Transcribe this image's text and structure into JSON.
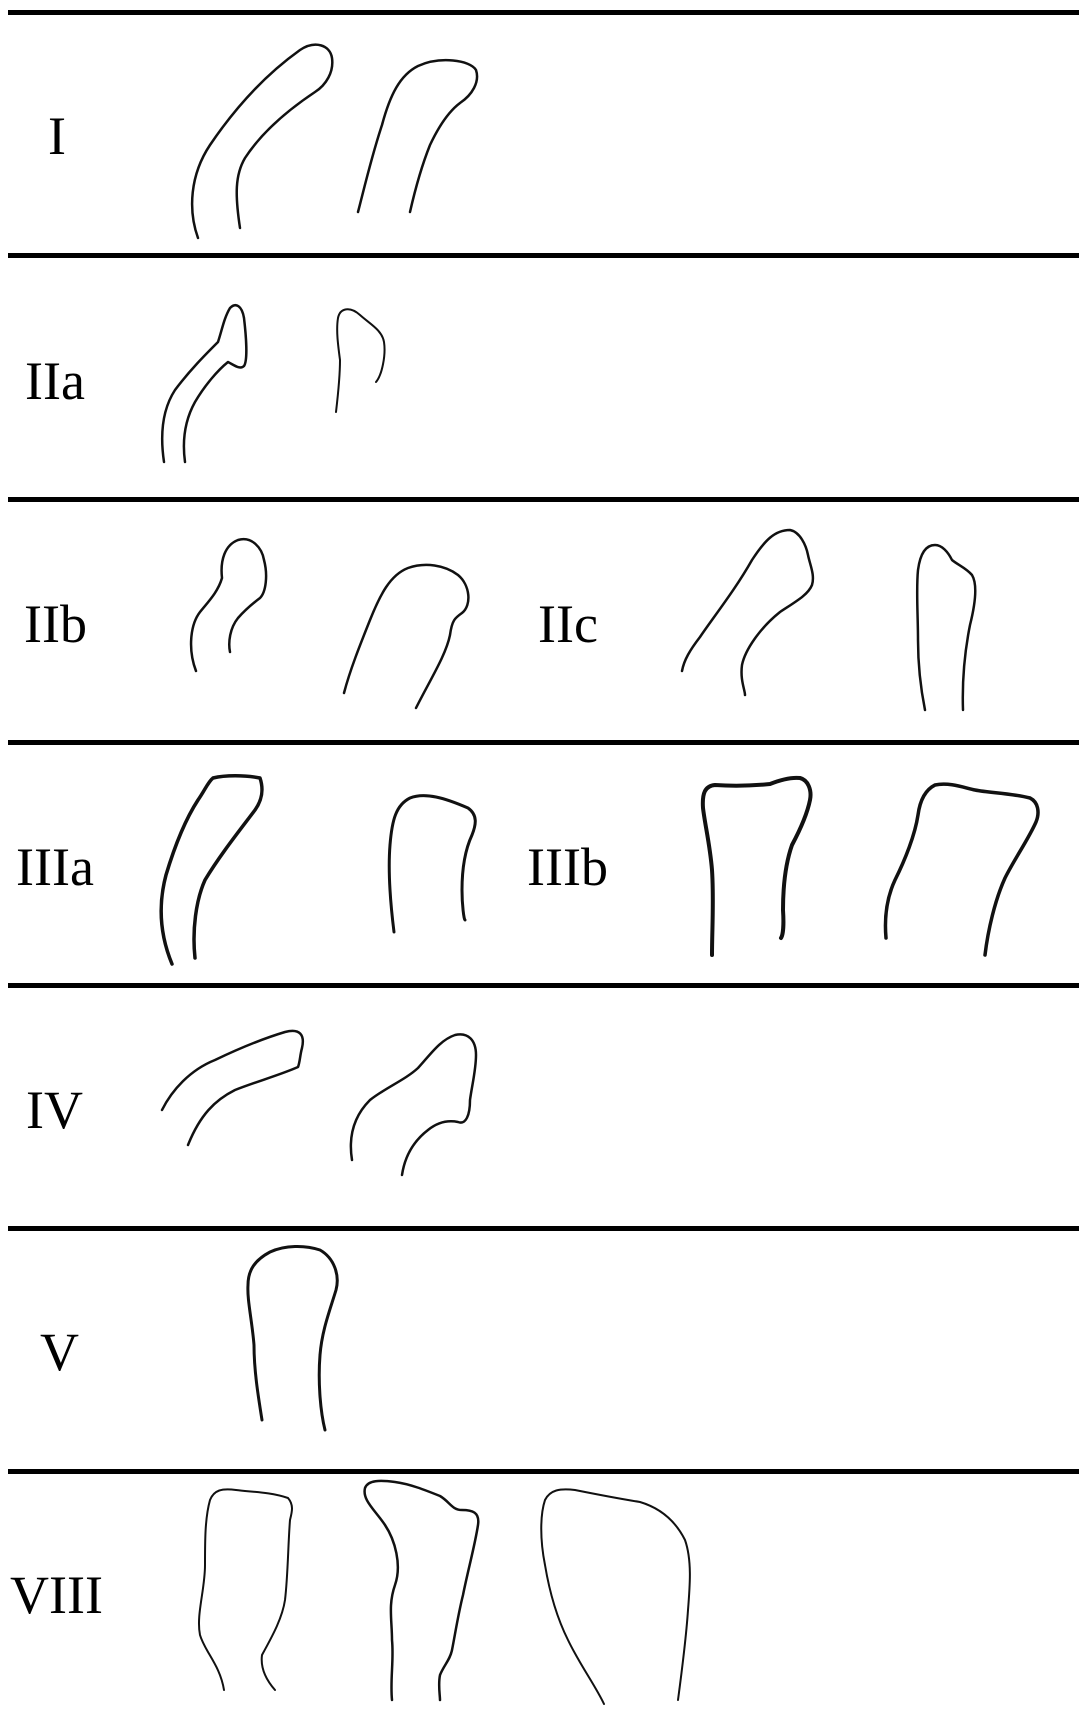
{
  "figure": {
    "row_labels": {
      "I": "I",
      "IIa": "IIa",
      "IIb": "IIb",
      "IIc": "IIc",
      "IIIa": "IIIa",
      "IIIb": "IIIb",
      "IV": "IV",
      "V": "V",
      "VIII": "VIII"
    },
    "colors": {
      "line": "#000000",
      "background": "#ffffff"
    }
  }
}
